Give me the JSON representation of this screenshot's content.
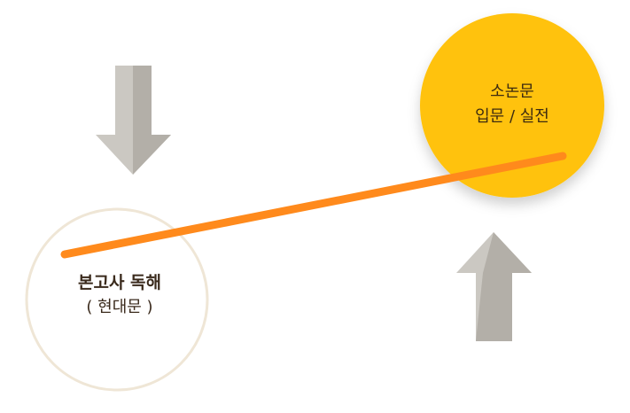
{
  "left_node": {
    "title": "본고사 독해",
    "subtitle": "( 현대문 )"
  },
  "right_node": {
    "line1": "소논문",
    "line2": "입문 / 실전"
  },
  "colors": {
    "left_circle_border": "#efe6d6",
    "right_circle_fill": "#ffc20e",
    "connector": "#ff8a1c",
    "arrow_light": "#cbc8c2",
    "arrow_dark": "#b3afa8"
  },
  "icons": {
    "down_arrow": "down-arrow-icon",
    "up_arrow": "up-arrow-icon"
  }
}
